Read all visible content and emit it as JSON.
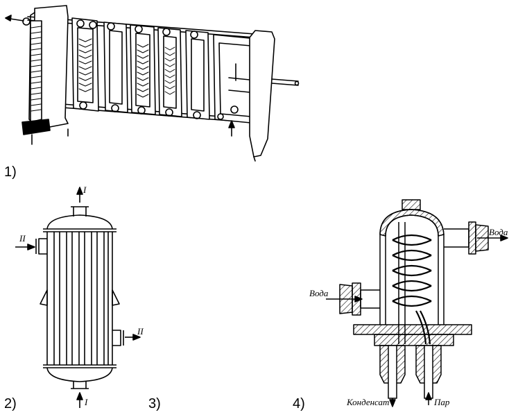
{
  "figure_numbers": [
    "1)",
    "2)",
    "3)",
    "4)"
  ],
  "labels": {
    "stream_one_top": "I",
    "stream_one_bottom": "I",
    "stream_two_in": "II",
    "stream_two_out": "II",
    "water_in": "Вода",
    "water_out": "Вода",
    "condensate": "Конденсат",
    "steam": "Пар"
  }
}
